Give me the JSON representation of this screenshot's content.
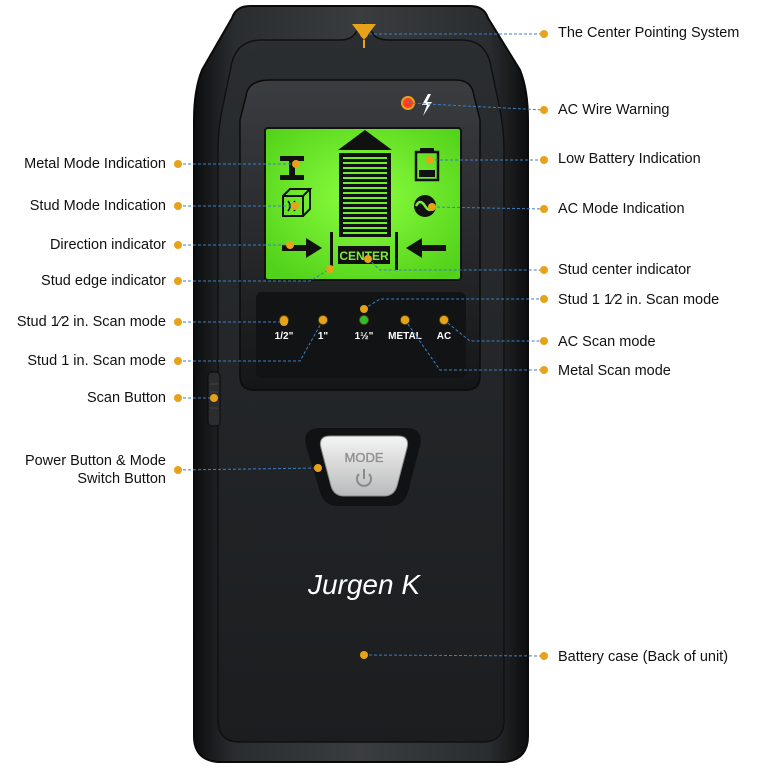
{
  "colors": {
    "accent": "#e8a21a",
    "leader": "#3a7fc4",
    "lcd": "#6cf02a",
    "body": "#1d1f21"
  },
  "device": {
    "brand": "Jurgen K",
    "lcd_center_text": "CENTER",
    "mode_button_label": "MODE",
    "power_icon": "power-icon",
    "leds": [
      {
        "label": "1/2\"",
        "color": "#e8a21a"
      },
      {
        "label": "1\"",
        "color": "#e8a21a"
      },
      {
        "label": "1½\"",
        "color": "#2fbf2f"
      },
      {
        "label": "METAL",
        "color": "#e8a21a"
      },
      {
        "label": "AC",
        "color": "#e8a21a"
      }
    ]
  },
  "callouts": {
    "center_pointing": "The Center Pointing System",
    "ac_wire_warning": "AC Wire Warning",
    "low_battery": "Low Battery Indication",
    "ac_mode": "AC Mode Indication",
    "stud_center": "Stud center indicator",
    "stud_1_5": "Stud 1 1⁄2 in. Scan mode",
    "ac_scan": "AC Scan mode",
    "metal_scan": "Metal Scan mode",
    "battery_case": "Battery case (Back of unit)",
    "metal_mode": "Metal Mode Indication",
    "stud_mode": "Stud Mode Indication",
    "direction": "Direction indicator",
    "stud_edge": "Stud edge indicator",
    "stud_half": "Stud 1⁄2 in. Scan mode",
    "stud_1": "Stud 1 in. Scan mode",
    "scan_button": "Scan Button",
    "power_button": "Power Button & Mode Switch Button"
  }
}
